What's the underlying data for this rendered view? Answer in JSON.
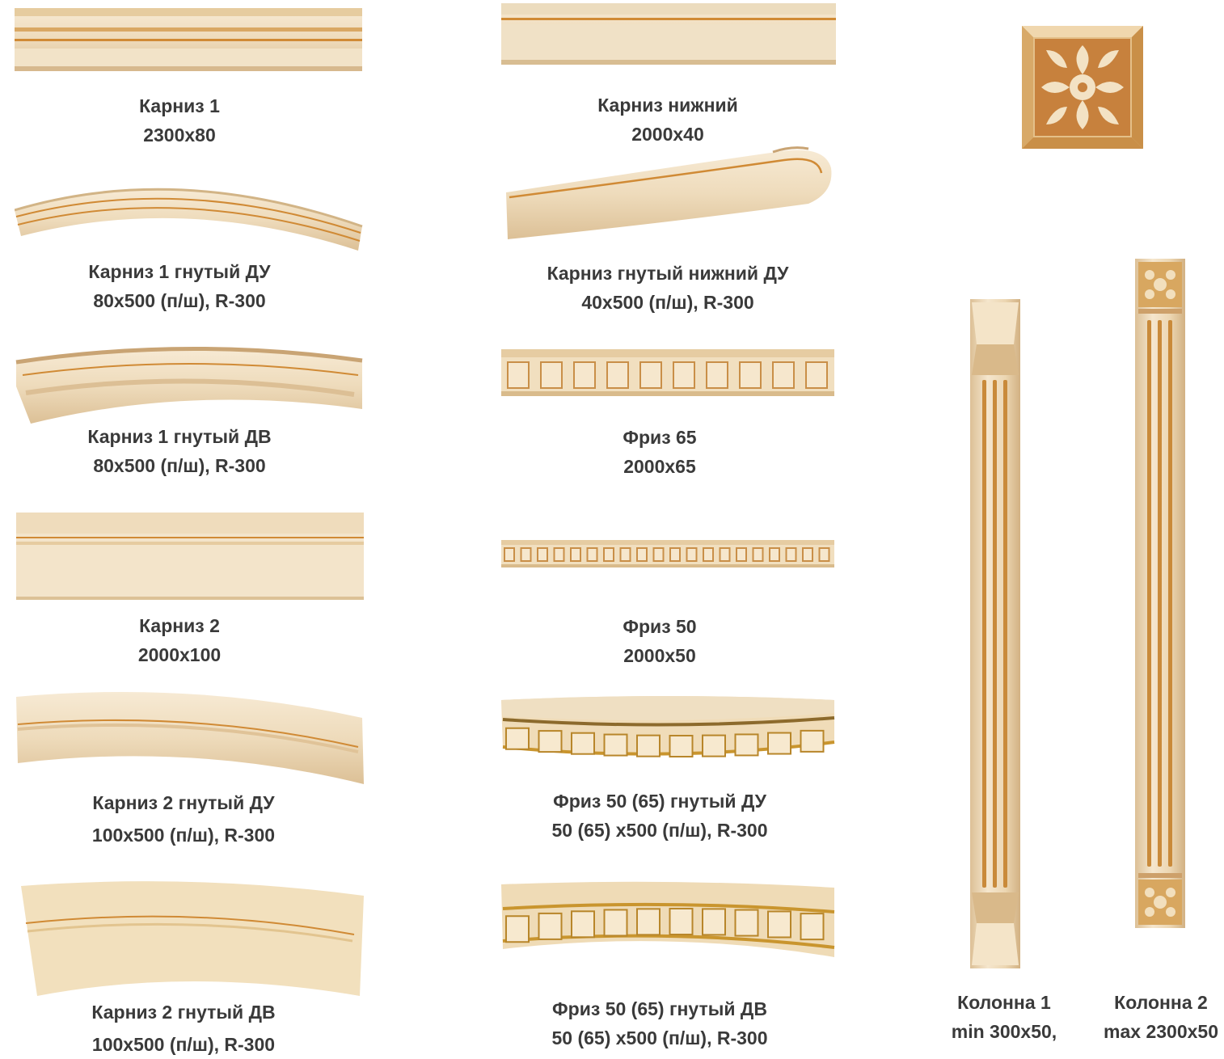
{
  "colors": {
    "wood_light": "#f3e2c6",
    "wood_mid": "#e7cda5",
    "wood_shadow": "#c9a474",
    "gold_line": "#d98a2b",
    "text": "#3a3a3a"
  },
  "items": [
    {
      "id": "karniz-1",
      "name": "Карниз 1",
      "size": "2300x80"
    },
    {
      "id": "karniz-1-gnutyj-du",
      "name": "Карниз 1 гнутый ДУ",
      "size": "80x500 (п/ш), R-300"
    },
    {
      "id": "karniz-1-gnutyj-dv",
      "name": "Карниз 1 гнутый ДВ",
      "size": "80x500 (п/ш), R-300"
    },
    {
      "id": "karniz-2",
      "name": "Карниз 2",
      "size": "2000x100"
    },
    {
      "id": "karniz-2-gnutyj-du",
      "name": "Карниз 2 гнутый ДУ",
      "size": "100x500 (п/ш), R-300"
    },
    {
      "id": "karniz-2-gnutyj-dv",
      "name": "Карниз 2 гнутый ДВ",
      "size": "100x500 (п/ш), R-300"
    },
    {
      "id": "karniz-nizhnij",
      "name": "Карниз нижний",
      "size": "2000x40"
    },
    {
      "id": "karniz-gnutyj-nizhnij-du",
      "name": "Карниз гнутый нижний ДУ",
      "size": "40x500 (п/ш), R-300"
    },
    {
      "id": "friz-65",
      "name": "Фриз 65",
      "size": "2000x65"
    },
    {
      "id": "friz-50",
      "name": "Фриз 50",
      "size": "2000x50"
    },
    {
      "id": "friz-50-65-gnutyj-du",
      "name": "Фриз 50 (65) гнутый ДУ",
      "size": "50 (65) x500 (п/ш), R-300"
    },
    {
      "id": "friz-50-65-gnutyj-dv",
      "name": "Фриз 50 (65) гнутый ДВ",
      "size": "50 (65) x500 (п/ш), R-300"
    },
    {
      "id": "kolonna-1",
      "name": "Колонна 1",
      "size": "min 300x50,"
    },
    {
      "id": "kolonna-2",
      "name": "Колонна 2",
      "size": "max 2300x50"
    }
  ],
  "rosette": {
    "icon": "carved-rosette-icon"
  }
}
